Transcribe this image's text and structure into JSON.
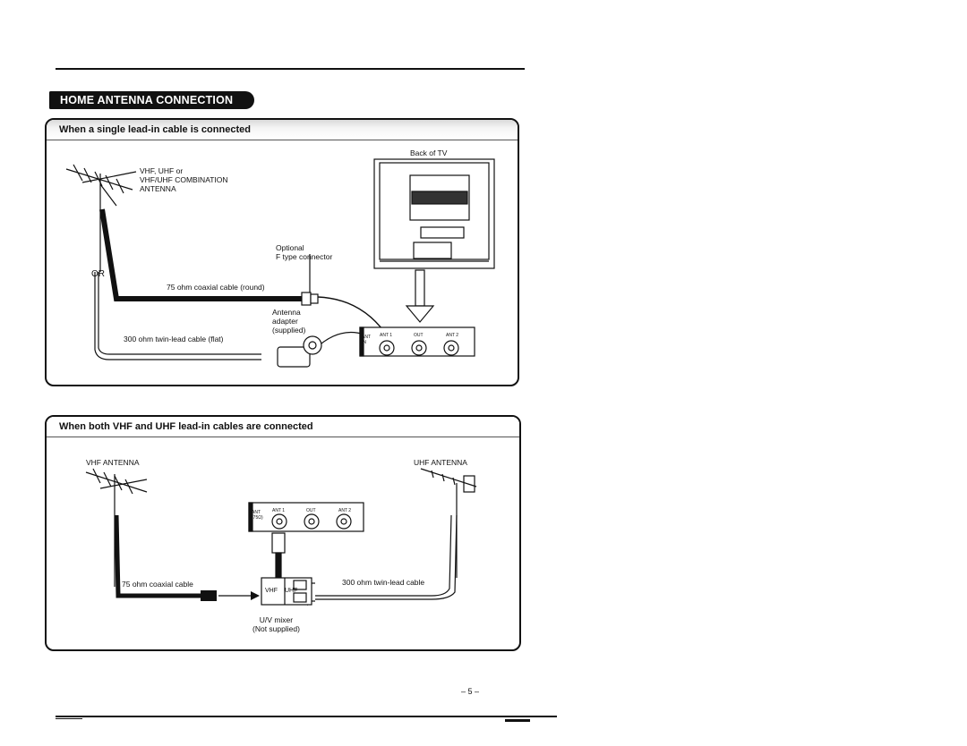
{
  "section": {
    "title": "HOME ANTENNA CONNECTION"
  },
  "panel1": {
    "heading": "When a single lead-in cable is connected",
    "antenna_label": "VHF, UHF or\nVHF/UHF COMBINATION\nANTENNA",
    "or_label": "OR",
    "back_of_tv": "Back of TV",
    "optional_connector": "Optional\nF type connector",
    "coax_cable": "75 ohm coaxial cable (round)",
    "twin_lead_cable": "300 ohm twin-lead cable (flat)",
    "adapter": "Antenna\nadapter\n(supplied)",
    "terminal_ant_in": "ANT\nIN",
    "terminal_ant1": "ANT 1",
    "terminal_out": "OUT",
    "terminal_ant2": "ANT 2"
  },
  "panel2": {
    "heading": "When both VHF and UHF lead-in cables are connected",
    "vhf_antenna": "VHF ANTENNA",
    "uhf_antenna": "UHF ANTENNA",
    "coax_cable": "75 ohm coaxial cable",
    "twin_lead_cable": "300 ohm twin-lead cable",
    "mixer": "U/V mixer\n(Not supplied)",
    "mixer_vhf": "VHF",
    "mixer_uhf": "UHF",
    "terminal_ant_in": "ANT\n(75Ω)",
    "terminal_ant1": "ANT 1",
    "terminal_out": "OUT",
    "terminal_ant2": "ANT 2"
  },
  "footer": {
    "page_number": "– 5 –"
  },
  "colors": {
    "ink": "#111111",
    "panel_bg": "#ffffff",
    "pill_bg": "#111111"
  }
}
